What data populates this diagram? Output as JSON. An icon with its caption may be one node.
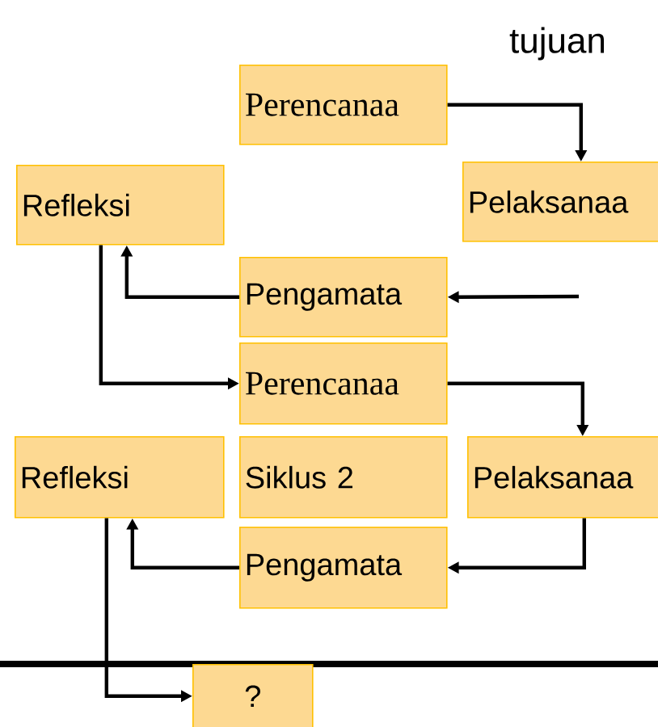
{
  "diagram": {
    "nodes": [
      {
        "text": [
          "Perencanaa"
        ]
      },
      {
        "text": [
          "Pelaksanaa"
        ]
      },
      {
        "text": [
          "Refleksi"
        ]
      },
      {
        "text": [
          "Pengamata"
        ]
      },
      {
        "text": [
          "Perencanaa"
        ]
      },
      {
        "text": [
          "Refleksi"
        ]
      },
      {
        "text": [
          "Siklus 2"
        ]
      },
      {
        "text": [
          "Pelaksanaa"
        ]
      },
      {
        "text": [
          "Pengamata"
        ]
      },
      {
        "text": [
          "?"
        ]
      }
    ],
    "edges": [
      {
        "from": 0,
        "to": 1,
        "arrow": "to"
      },
      {
        "from": null,
        "to": 3,
        "arrow": "to"
      },
      {
        "from": 3,
        "to": 2,
        "arrow": "to"
      },
      {
        "from": 2,
        "to": 4,
        "arrow": "to"
      },
      {
        "from": 4,
        "to": 7,
        "arrow": "to"
      },
      {
        "from": 7,
        "to": 8,
        "arrow": "to"
      },
      {
        "from": 8,
        "to": 5,
        "arrow": "to"
      },
      {
        "from": 5,
        "to": 9,
        "arrow": "to"
      }
    ],
    "labels": [
      "tujuan"
    ]
  }
}
